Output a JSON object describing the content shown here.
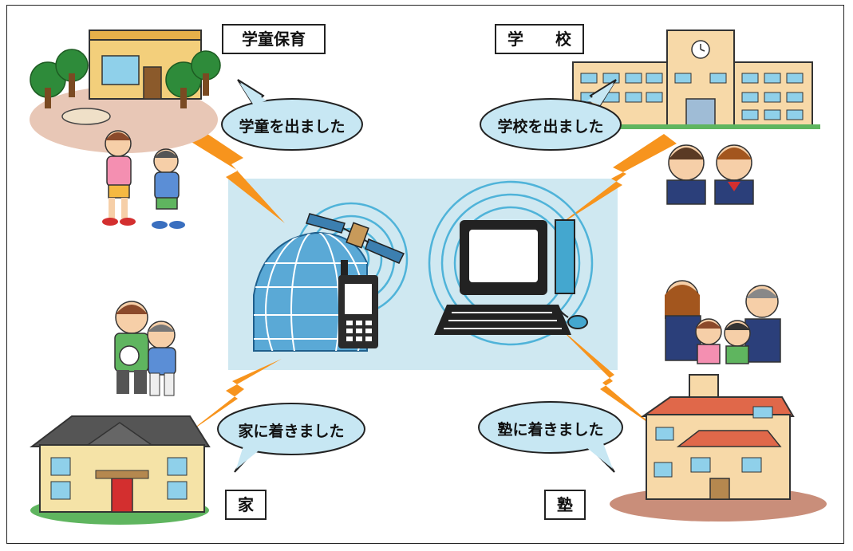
{
  "labels": {
    "gakudo": "学童保育",
    "school": "学　　校",
    "home": "家",
    "juku": "塾"
  },
  "bubbles": {
    "gakudo": "学童を出ました",
    "school": "学校を出ました",
    "home": "家に着きました",
    "juku": "塾に着きました"
  },
  "colors": {
    "center_panel": "#cfe8f1",
    "bubble_fill": "#c7e7f3",
    "lightning": "#f7941d",
    "wave": "#4fb3d9"
  },
  "icons": [
    "satellite-icon",
    "globe-icon",
    "mobile-phone-icon",
    "computer-icon",
    "lightning-bolt-icon",
    "building-icon",
    "house-icon",
    "children-icon",
    "family-icon"
  ]
}
